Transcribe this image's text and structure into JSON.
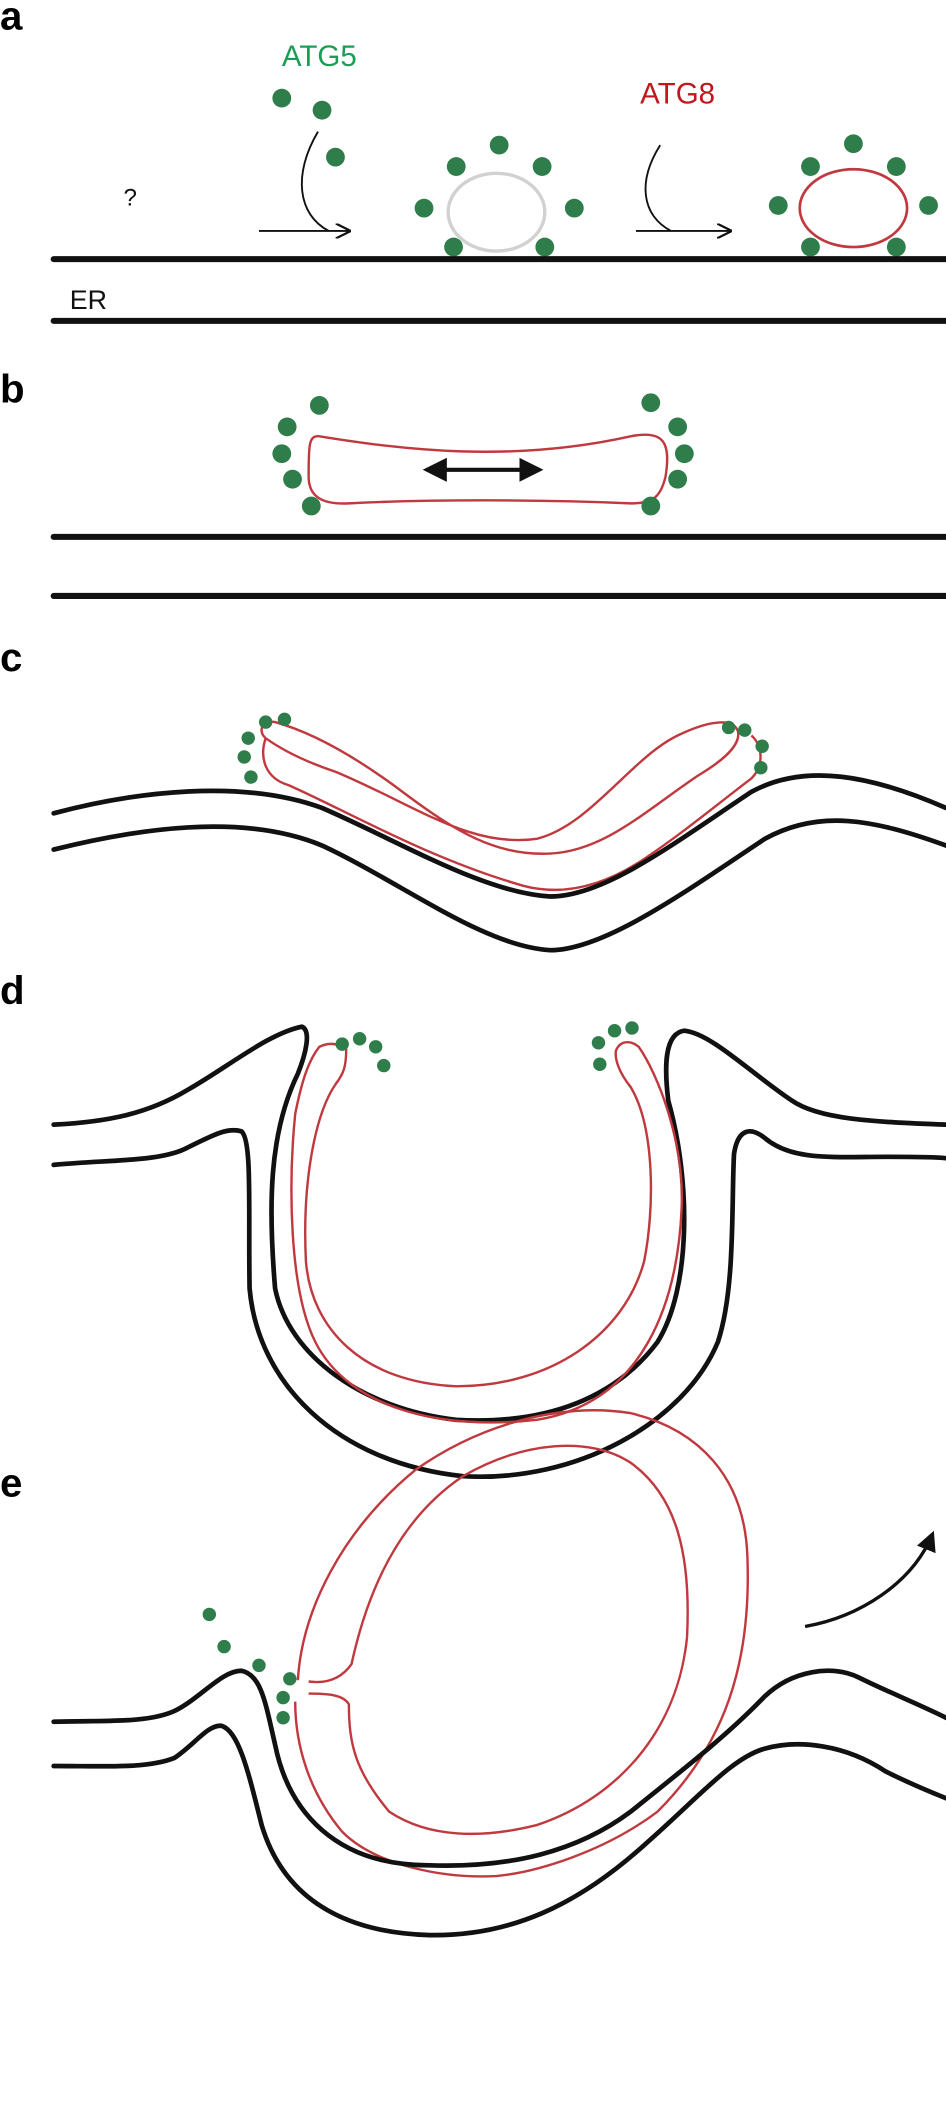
{
  "panels": {
    "a": {
      "label": "a",
      "atg5_label": "ATG5",
      "atg8_label": "ATG8",
      "question_mark": "?",
      "er_label": "ER"
    },
    "b": {
      "label": "b"
    },
    "c": {
      "label": "c"
    },
    "d": {
      "label": "d"
    },
    "e": {
      "label": "e"
    }
  },
  "colors": {
    "atg5": "#1a9e55",
    "atg8": "#c0161c",
    "dots": "#2e7d4a",
    "membrane": "#c0393f",
    "er": "#111111"
  }
}
